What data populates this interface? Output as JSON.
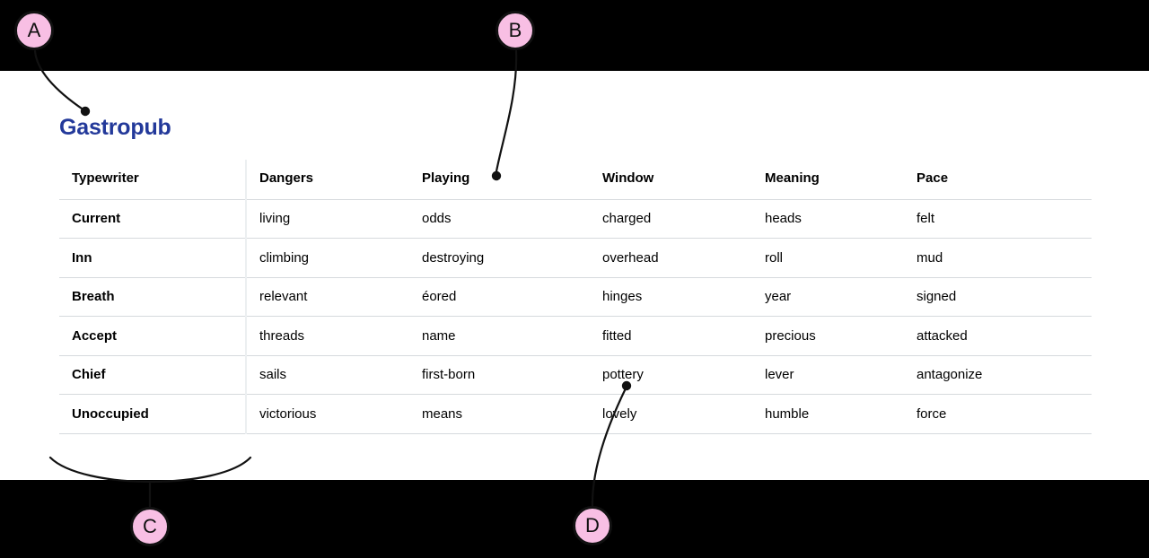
{
  "page": {
    "title": "Gastropub",
    "title_color": "#23399a",
    "background": "#ffffff",
    "letterbox_color": "#000000"
  },
  "table": {
    "columns": [
      "Typewriter",
      "Dangers",
      "Playing",
      "Window",
      "Meaning",
      "Pace"
    ],
    "rows": [
      [
        "Current",
        "living",
        "odds",
        "charged",
        "heads",
        "felt"
      ],
      [
        "Inn",
        "climbing",
        "destroying",
        "overhead",
        "roll",
        "mud"
      ],
      [
        "Breath",
        "relevant",
        "éored",
        "hinges",
        "year",
        "signed"
      ],
      [
        "Accept",
        "threads",
        "name",
        "fitted",
        "precious",
        "attacked"
      ],
      [
        "Chief",
        "sails",
        "first-born",
        "pottery",
        "lever",
        "antagonize"
      ],
      [
        "Unoccupied",
        "victorious",
        "means",
        "lovely",
        "humble",
        "force"
      ]
    ]
  },
  "annotations": {
    "marker_fill": "#f8bfe4",
    "marker_stroke": "#111111",
    "leader_color": "#111111",
    "markers": [
      {
        "label": "A",
        "target": "page-title"
      },
      {
        "label": "B",
        "target": "column-header-playing"
      },
      {
        "label": "C",
        "target": "table-bottom-region"
      },
      {
        "label": "D",
        "target": "cell-pottery"
      }
    ]
  }
}
